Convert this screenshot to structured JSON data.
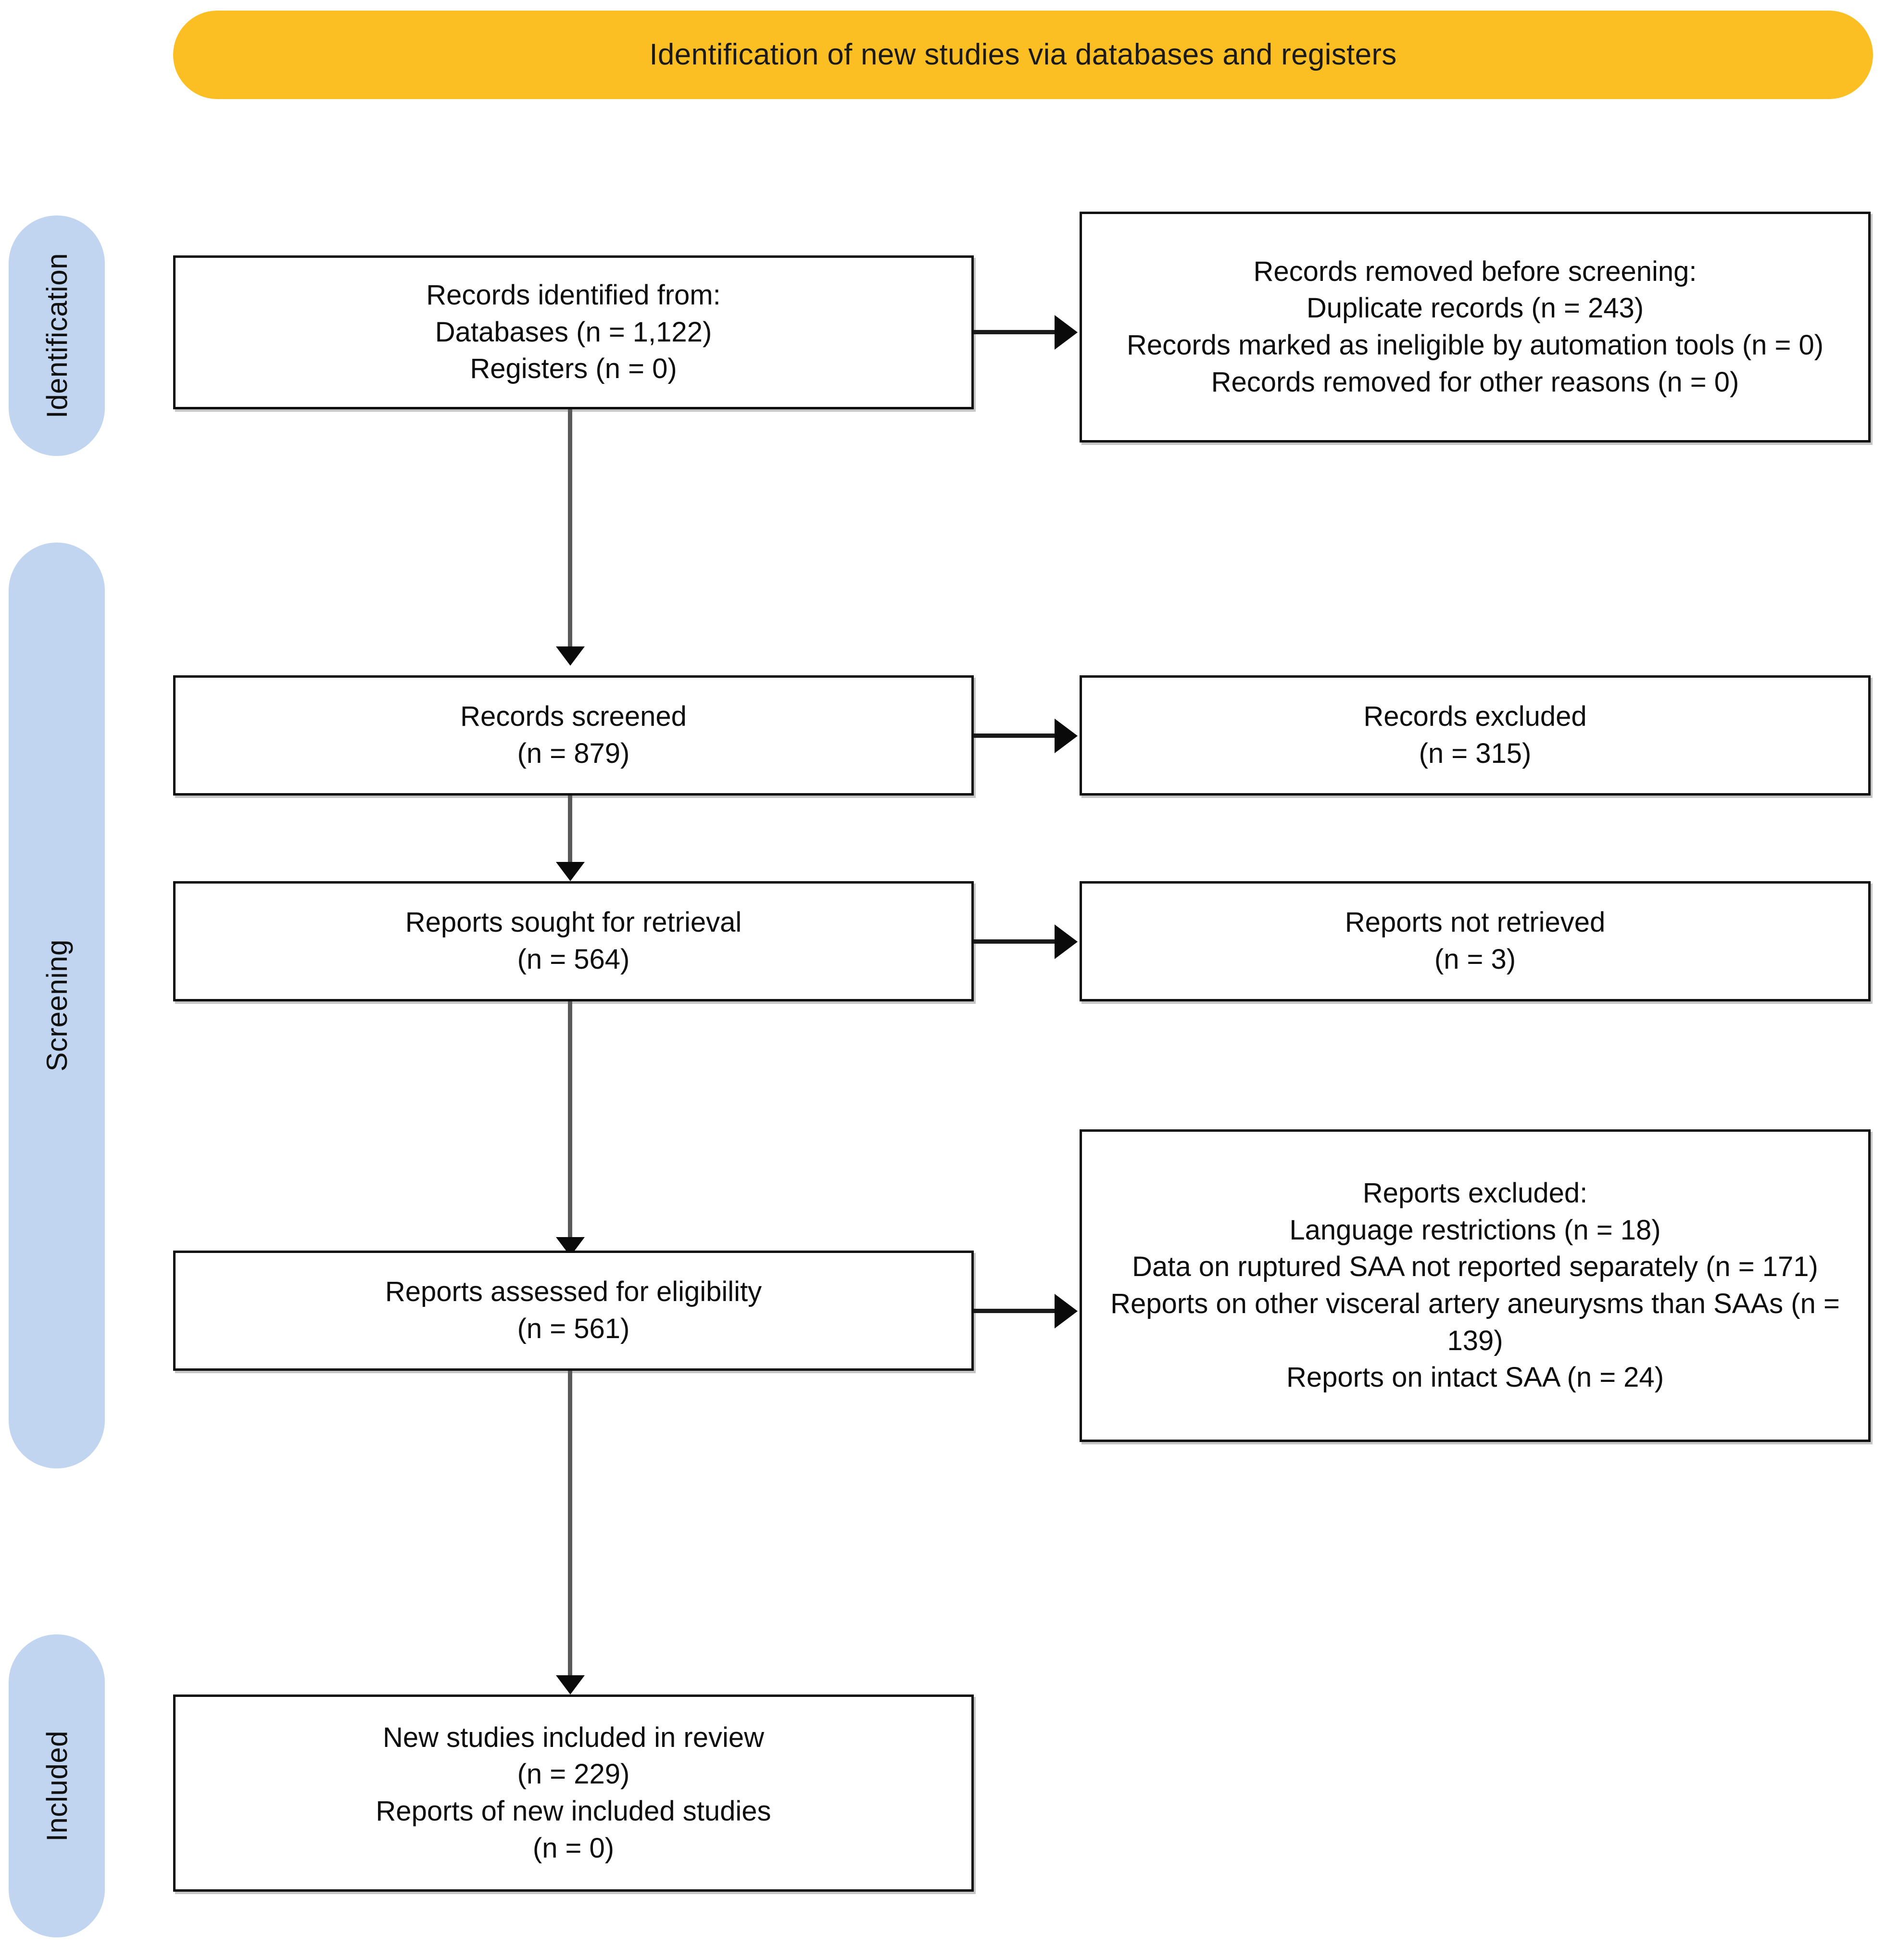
{
  "diagram": {
    "type": "prisma-flow-diagram",
    "banner": {
      "title": "Identification of new studies via databases and registers",
      "color": "#FBBF24"
    },
    "stage_bar_color": "#C1D5F0",
    "stages": [
      {
        "id": "identification",
        "label": "Identification"
      },
      {
        "id": "screening",
        "label": "Screening"
      },
      {
        "id": "included",
        "label": "Included"
      }
    ],
    "boxes": {
      "records_identified": {
        "lines": [
          "Records identified from:",
          "Databases (n = 1,122)",
          "Registers (n = 0)"
        ]
      },
      "records_removed": {
        "lines": [
          "Records removed before screening:",
          "Duplicate records (n = 243)",
          "Records marked as ineligible by automation tools (n = 0)",
          "Records removed for other reasons (n = 0)"
        ]
      },
      "records_screened": {
        "lines": [
          "Records screened",
          "(n = 879)"
        ]
      },
      "records_excluded": {
        "lines": [
          "Records excluded",
          "(n = 315)"
        ]
      },
      "reports_sought": {
        "lines": [
          "Reports sought for retrieval",
          "(n = 564)"
        ]
      },
      "reports_not_retrieved": {
        "lines": [
          "Reports not retrieved",
          "(n = 3)"
        ]
      },
      "reports_assessed": {
        "lines": [
          "Reports assessed for eligibility",
          "(n = 561)"
        ]
      },
      "reports_excluded": {
        "lines": [
          "Reports excluded:",
          "Language restrictions (n = 18)",
          "Data on ruptured SAA not reported separately (n = 171)",
          "Reports on other visceral artery aneurysms than SAAs (n = 139)",
          "Reports on intact SAA (n = 24)"
        ]
      },
      "studies_included": {
        "lines": [
          "New studies included in review",
          "(n = 229)",
          "Reports of new included studies",
          "(n = 0)"
        ]
      }
    }
  },
  "chart_data": {
    "type": "diagram-flow",
    "title": "Identification of new studies via databases and registers",
    "nodes": [
      {
        "id": "records_identified",
        "stage": "Identification",
        "label": "Records identified from",
        "databases": 1122,
        "registers": 0
      },
      {
        "id": "records_removed",
        "stage": "Identification",
        "label": "Records removed before screening",
        "duplicate_records": 243,
        "ineligible_by_automation_tools": 0,
        "removed_other_reasons": 0
      },
      {
        "id": "records_screened",
        "stage": "Screening",
        "label": "Records screened",
        "n": 879
      },
      {
        "id": "records_excluded",
        "stage": "Screening",
        "label": "Records excluded",
        "n": 315
      },
      {
        "id": "reports_sought",
        "stage": "Screening",
        "label": "Reports sought for retrieval",
        "n": 564
      },
      {
        "id": "reports_not_retrieved",
        "stage": "Screening",
        "label": "Reports not retrieved",
        "n": 3
      },
      {
        "id": "reports_assessed",
        "stage": "Screening",
        "label": "Reports assessed for eligibility",
        "n": 561
      },
      {
        "id": "reports_excluded",
        "stage": "Screening",
        "label": "Reports excluded",
        "language_restrictions": 18,
        "ruptured_saa_not_reported_separately": 171,
        "other_visceral_artery_aneurysms_than_saas": 139,
        "intact_saa": 24
      },
      {
        "id": "studies_included",
        "stage": "Included",
        "label": "New studies included in review",
        "new_studies": 229,
        "reports_of_new_included_studies": 0
      }
    ],
    "edges": [
      {
        "from": "records_identified",
        "to": "records_removed",
        "direction": "right"
      },
      {
        "from": "records_identified",
        "to": "records_screened",
        "direction": "down"
      },
      {
        "from": "records_screened",
        "to": "records_excluded",
        "direction": "right"
      },
      {
        "from": "records_screened",
        "to": "reports_sought",
        "direction": "down"
      },
      {
        "from": "reports_sought",
        "to": "reports_not_retrieved",
        "direction": "right"
      },
      {
        "from": "reports_sought",
        "to": "reports_assessed",
        "direction": "down"
      },
      {
        "from": "reports_assessed",
        "to": "reports_excluded",
        "direction": "right"
      },
      {
        "from": "reports_assessed",
        "to": "studies_included",
        "direction": "down"
      }
    ]
  }
}
